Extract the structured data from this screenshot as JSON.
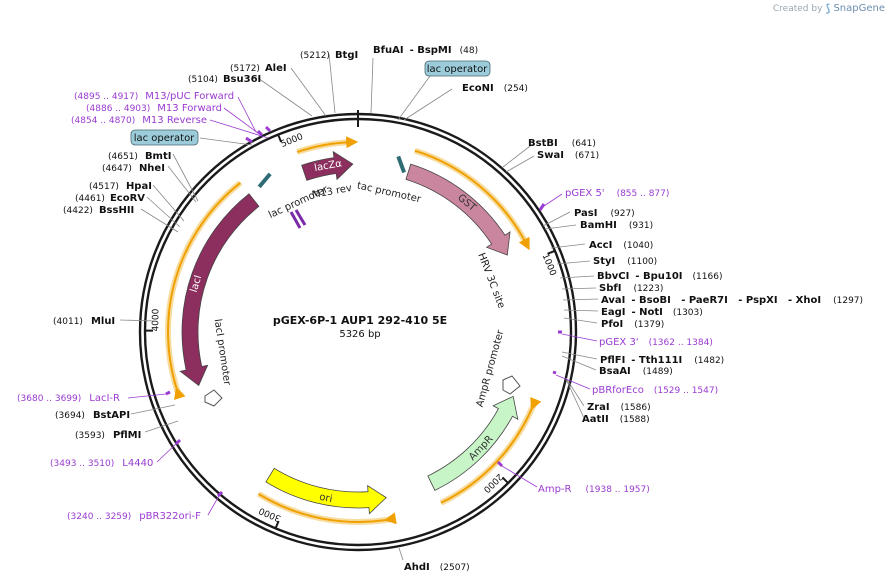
{
  "credit": {
    "prefix": "Created by",
    "brand": "SnapGene"
  },
  "plasmid": {
    "name": "pGEX-6P-1 AUP1 292-410 5E",
    "length": "5326 bp",
    "total_bp": 5326
  },
  "ticks": [
    {
      "bp": 1000,
      "label": "1000"
    },
    {
      "bp": 2000,
      "label": "2000"
    },
    {
      "bp": 3000,
      "label": "3000"
    },
    {
      "bp": 4000,
      "label": "4000"
    },
    {
      "bp": 5000,
      "label": "5000"
    }
  ],
  "features": [
    {
      "name": "lacZα",
      "start": 5050,
      "end": 5300,
      "dir": 1,
      "color": "#8c2e5e",
      "label_color": "#ffffff"
    },
    {
      "name": "GST",
      "start": 258,
      "end": 928,
      "dir": 1,
      "color": "#c9869e",
      "label_color": "#333333"
    },
    {
      "name": "AmpR",
      "start": 1665,
      "end": 2280,
      "dir": -1,
      "color": "#c8f5c8",
      "label_color": "#333333"
    },
    {
      "name": "ori",
      "start": 2520,
      "end": 3130,
      "dir": -1,
      "color": "#ffff00",
      "label_color": "#333333"
    },
    {
      "name": "lacI",
      "start": 3720,
      "end": 4760,
      "dir": -1,
      "color": "#8c2e5e",
      "label_color": "#ffffff"
    }
  ],
  "inner_labels": [
    {
      "text": "tac promoter",
      "bp": 185
    },
    {
      "text": "HRV 3C site",
      "bp": 1020
    },
    {
      "text": "AmpR promoter",
      "bp": 1560
    },
    {
      "text": "lacI promoter",
      "bp": 3870
    },
    {
      "text": "lac promoter",
      "bp": 4960
    },
    {
      "text": "M13 rev",
      "bp": 5170
    }
  ],
  "sites": [
    {
      "name": "BtgI",
      "pos": "(5212)"
    },
    {
      "name": "AleI",
      "pos": "(5172)"
    },
    {
      "name": "Bsu36I",
      "pos": "(5104)"
    },
    {
      "name": "BfuAI",
      "extra": "- BspMI",
      "pos": "(48)"
    },
    {
      "name": "EcoNI",
      "pos": "(254)"
    },
    {
      "name": "BstBI",
      "pos": "(641)"
    },
    {
      "name": "SwaI",
      "pos": "(671)"
    },
    {
      "name": "PasI",
      "pos": "(927)"
    },
    {
      "name": "BamHI",
      "pos": "(931)"
    },
    {
      "name": "AccI",
      "pos": "(1040)"
    },
    {
      "name": "StyI",
      "pos": "(1100)"
    },
    {
      "name": "BbvCI",
      "extra": "- Bpu10I",
      "pos": "(1166)"
    },
    {
      "name": "SbfI",
      "pos": "(1223)"
    },
    {
      "name": "AvaI",
      "extra": "- BsoBI   - PaeR7I   - PspXI   - XhoI",
      "pos": "(1297)"
    },
    {
      "name": "EagI",
      "extra": "- NotI",
      "pos": "(1303)"
    },
    {
      "name": "PfoI",
      "pos": "(1379)"
    },
    {
      "name": "PflFI",
      "extra": "- Tth111I",
      "pos": "(1482)"
    },
    {
      "name": "BsaAI",
      "pos": "(1489)"
    },
    {
      "name": "ZraI",
      "pos": "(1586)"
    },
    {
      "name": "AatII",
      "pos": "(1588)"
    },
    {
      "name": "AhdI",
      "pos": "(2507)"
    },
    {
      "name": "PflMI",
      "pos": "(3593)"
    },
    {
      "name": "BstAPI",
      "pos": "(3694)"
    },
    {
      "name": "MluI",
      "pos": "(4011)"
    },
    {
      "name": "BssHII",
      "pos": "(4422)"
    },
    {
      "name": "EcoRV",
      "pos": "(4461)"
    },
    {
      "name": "HpaI",
      "pos": "(4517)"
    },
    {
      "name": "NheI",
      "pos": "(4647)"
    },
    {
      "name": "BmtI",
      "pos": "(4651)"
    }
  ],
  "primers": [
    {
      "name": "M13/pUC Forward",
      "range": "(4895 .. 4917)"
    },
    {
      "name": "M13 Forward",
      "range": "(4886 .. 4903)"
    },
    {
      "name": "M13 Reverse",
      "range": "(4854 .. 4870)"
    },
    {
      "name": "pGEX 5'",
      "range": "(855 .. 877)"
    },
    {
      "name": "pGEX 3'",
      "range": "(1362 .. 1384)"
    },
    {
      "name": "pBRforEco",
      "range": "(1529 .. 1547)"
    },
    {
      "name": "Amp-R",
      "range": "(1938 .. 1957)"
    },
    {
      "name": "pBR322ori-F",
      "range": "(3240 .. 3259)"
    },
    {
      "name": "L4440",
      "range": "(3493 .. 3510)"
    },
    {
      "name": "LacI-R",
      "range": "(3680 .. 3699)"
    }
  ],
  "operators": [
    {
      "text": "lac operator"
    },
    {
      "text": "lac operator"
    }
  ],
  "colors": {
    "backbone": "#1a1a1a",
    "orf_arc": "#f0a000",
    "primer": "#9a3bd1",
    "operator_fill": "#9ccbd9"
  }
}
